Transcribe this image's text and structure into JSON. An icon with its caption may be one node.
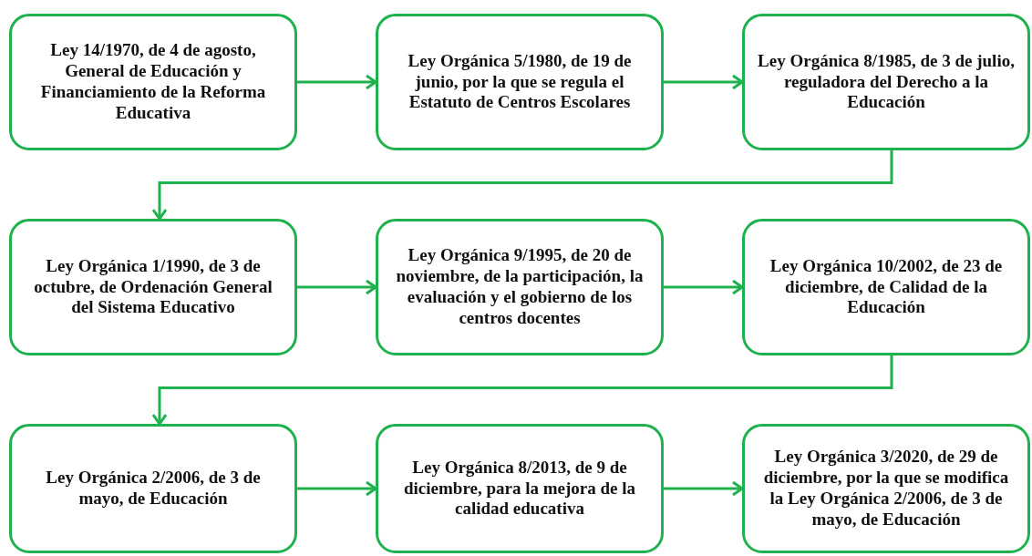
{
  "diagram": {
    "nodes": [
      {
        "text": [
          "Ley 14/1970, de 4 de agosto, General de Educación y Financiamiento de la Reforma Educativa"
        ]
      },
      {
        "text": [
          "Ley Orgánica 5/1980, de 19 de junio, por la que se regula el Estatuto de Centros Escolares"
        ]
      },
      {
        "text": [
          "Ley Orgánica 8/1985, de 3 de julio, reguladora del Derecho a la Educación"
        ]
      },
      {
        "text": [
          "Ley Orgánica 1/1990, de 3 de octubre, de Ordenación General del Sistema Educativo"
        ]
      },
      {
        "text": [
          "Ley Orgánica 9/1995, de 20 de noviembre, de la participación, la evaluación y el gobierno de los centros docentes"
        ]
      },
      {
        "text": [
          "Ley Orgánica 10/2002, de 23 de diciembre, de Calidad de la Educación"
        ]
      },
      {
        "text": [
          "Ley Orgánica 2/2006, de 3 de mayo, de Educación"
        ]
      },
      {
        "text": [
          "Ley Orgánica 8/2013, de 9 de diciembre, para la mejora de la calidad educativa"
        ]
      },
      {
        "text": [
          "Ley Orgánica 3/2020, de 29 de diciembre, por la que se modifica la Ley Orgánica 2/2006, de 3 de mayo, de Educación"
        ]
      }
    ],
    "edges": [
      {
        "from": 0,
        "to": 1,
        "arrow": "to"
      },
      {
        "from": 1,
        "to": 2,
        "arrow": "to"
      },
      {
        "from": 2,
        "to": 3,
        "arrow": "to"
      },
      {
        "from": 3,
        "to": 4,
        "arrow": "to"
      },
      {
        "from": 4,
        "to": 5,
        "arrow": "to"
      },
      {
        "from": 5,
        "to": 6,
        "arrow": "to"
      },
      {
        "from": 6,
        "to": 7,
        "arrow": "to"
      },
      {
        "from": 7,
        "to": 8,
        "arrow": "to"
      }
    ]
  }
}
